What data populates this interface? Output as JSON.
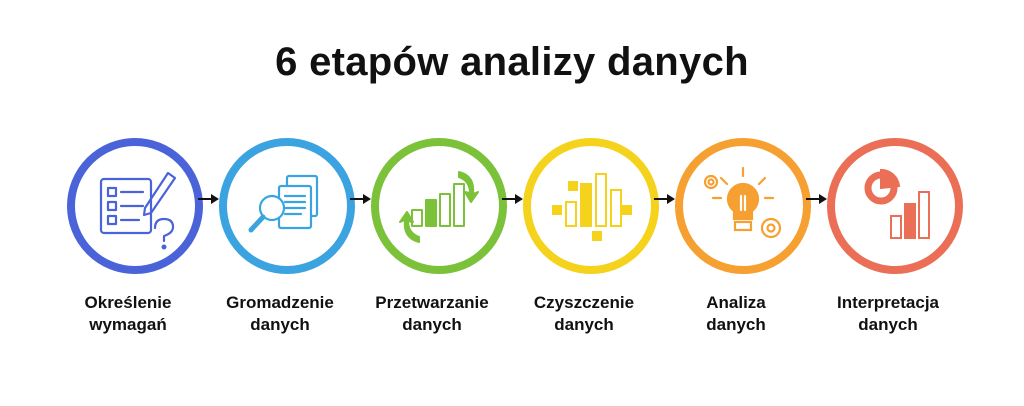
{
  "title": "6 etapów analizy danych",
  "stages": [
    {
      "line1": "Określenie",
      "line2": "wymagań",
      "color": "#4a63d8",
      "icon": "checklist-pen-question-icon"
    },
    {
      "line1": "Gromadzenie",
      "line2": "danych",
      "color": "#3aa3e0",
      "icon": "documents-magnifier-icon"
    },
    {
      "line1": "Przetwarzanie",
      "line2": "danych",
      "color": "#7cc13a",
      "icon": "bars-refresh-arrows-icon"
    },
    {
      "line1": "Czyszczenie",
      "line2": "danych",
      "color": "#f5d21c",
      "icon": "scattered-bars-icon"
    },
    {
      "line1": "Analiza",
      "line2": "danych",
      "color": "#f5a030",
      "icon": "lightbulb-gears-icon"
    },
    {
      "line1": "Interpretacja",
      "line2": "danych",
      "color": "#ea6f56",
      "icon": "pie-bars-icon"
    }
  ]
}
